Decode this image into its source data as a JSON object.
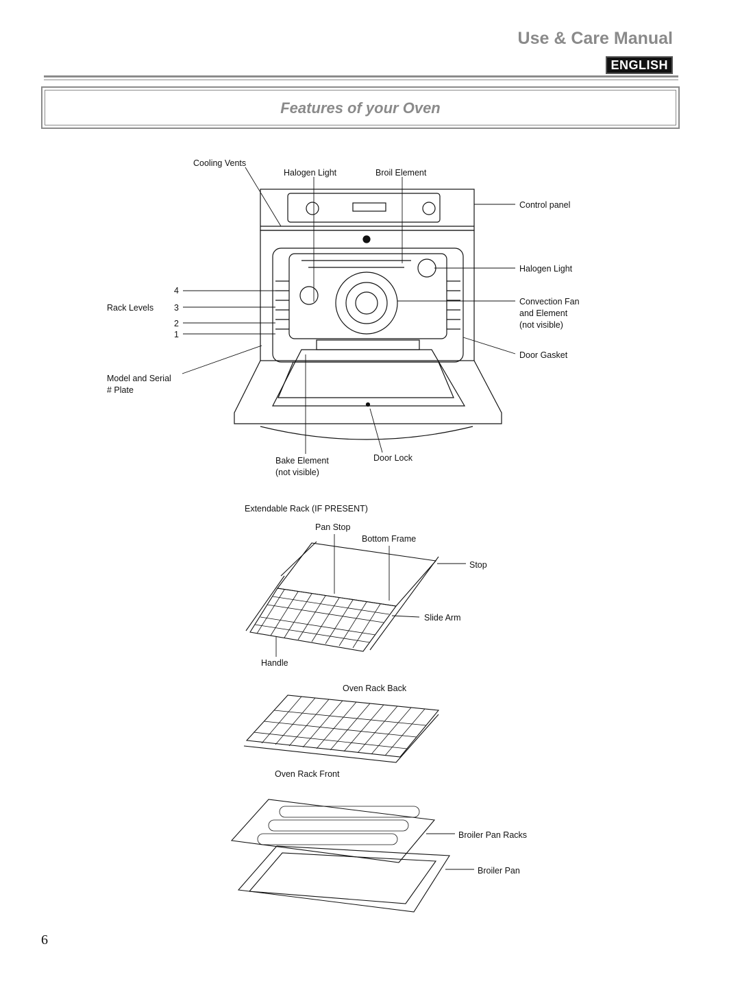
{
  "header": {
    "title": "Use & Care Manual",
    "language": "ENGLISH"
  },
  "section": {
    "title": "Features of your Oven"
  },
  "oven_labels": {
    "cooling_vents": "Cooling Vents",
    "halogen_light_top": "Halogen Light",
    "broil_element": "Broil Element",
    "control_panel": "Control panel",
    "halogen_light_right": "Halogen Light",
    "rack_levels": "Rack Levels",
    "rack_numbers": [
      "4",
      "3",
      "2",
      "1"
    ],
    "convection_fan_1": "Convection Fan",
    "convection_fan_2": "and Element",
    "convection_fan_3": "(not visible)",
    "door_gasket": "Door Gasket",
    "model_serial_1": "Model and Serial",
    "model_serial_2": "# Plate",
    "bake_element_1": "Bake Element",
    "bake_element_2": "(not visible)",
    "door_lock": "Door Lock"
  },
  "rack_labels": {
    "title": "Extendable Rack (IF PRESENT)",
    "pan_stop": "Pan Stop",
    "bottom_frame": "Bottom Frame",
    "stop": "Stop",
    "slide_arm": "Slide Arm",
    "handle": "Handle",
    "oven_rack_back": "Oven Rack Back",
    "oven_rack_front": "Oven Rack Front",
    "broiler_pan_racks": "Broiler Pan Racks",
    "broiler_pan": "Broiler Pan"
  },
  "page_number": "6"
}
